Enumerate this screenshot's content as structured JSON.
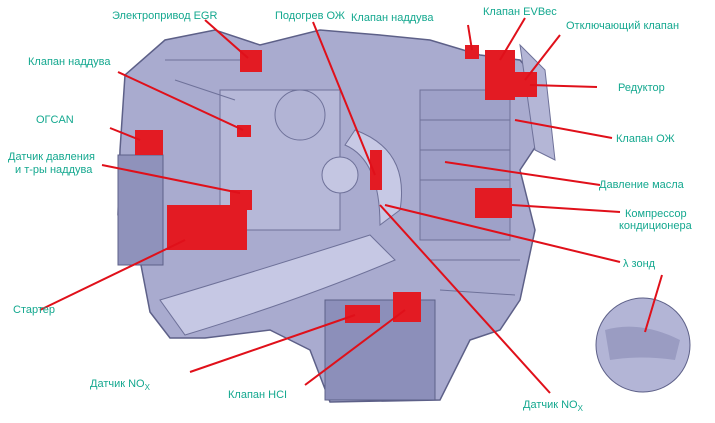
{
  "colors": {
    "label": "#14a88f",
    "leader": "#e0101a",
    "component": "#e31b23",
    "engine": "#9a9cc2",
    "engine_dark": "#6e7199"
  },
  "labels": {
    "egr": "Электропривод EGR",
    "coolant_heater": "Подогрев ОЖ",
    "boost_valve_top": "Клапан наддува",
    "evbec": "Клапан EVBec",
    "shutoff_valve": "Отключающий клапан",
    "boost_valve_left": "Клапан наддува",
    "reducer": "Редуктор",
    "ofcan": "ОГCAN",
    "coolant_valve": "Клапан ОЖ",
    "boost_sensor_line1": "Датчик давления",
    "boost_sensor_line2": "и т-ры наддува",
    "oil_pressure": "Давление масла",
    "ac_compressor_line1": "Компрессор",
    "ac_compressor_line2": "кондиционера",
    "lambda": "λ зонд",
    "starter": "Стартер",
    "nox_left_main": "Датчик NO",
    "nox_left_sub": "X",
    "hci_valve": "Клапан HCI",
    "nox_bottom_main": "Датчик NO",
    "nox_bottom_sub": "X"
  }
}
